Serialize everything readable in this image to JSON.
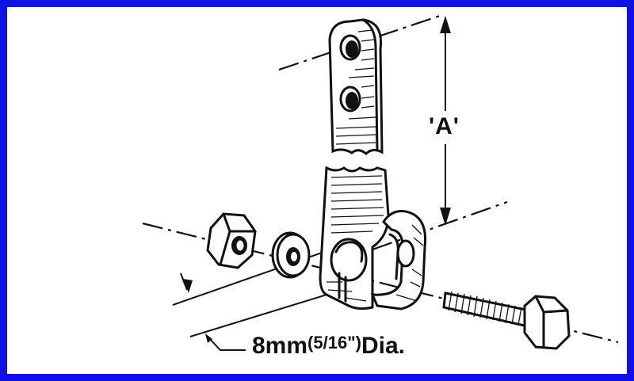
{
  "labels": {
    "dimension_a": "'A'",
    "diameter_main": "8mm",
    "diameter_fraction": "(5/16\")",
    "diameter_suffix": "Dia."
  },
  "colors": {
    "frame": "#1010e8",
    "ink": "#111111",
    "background": "#ffffff"
  }
}
